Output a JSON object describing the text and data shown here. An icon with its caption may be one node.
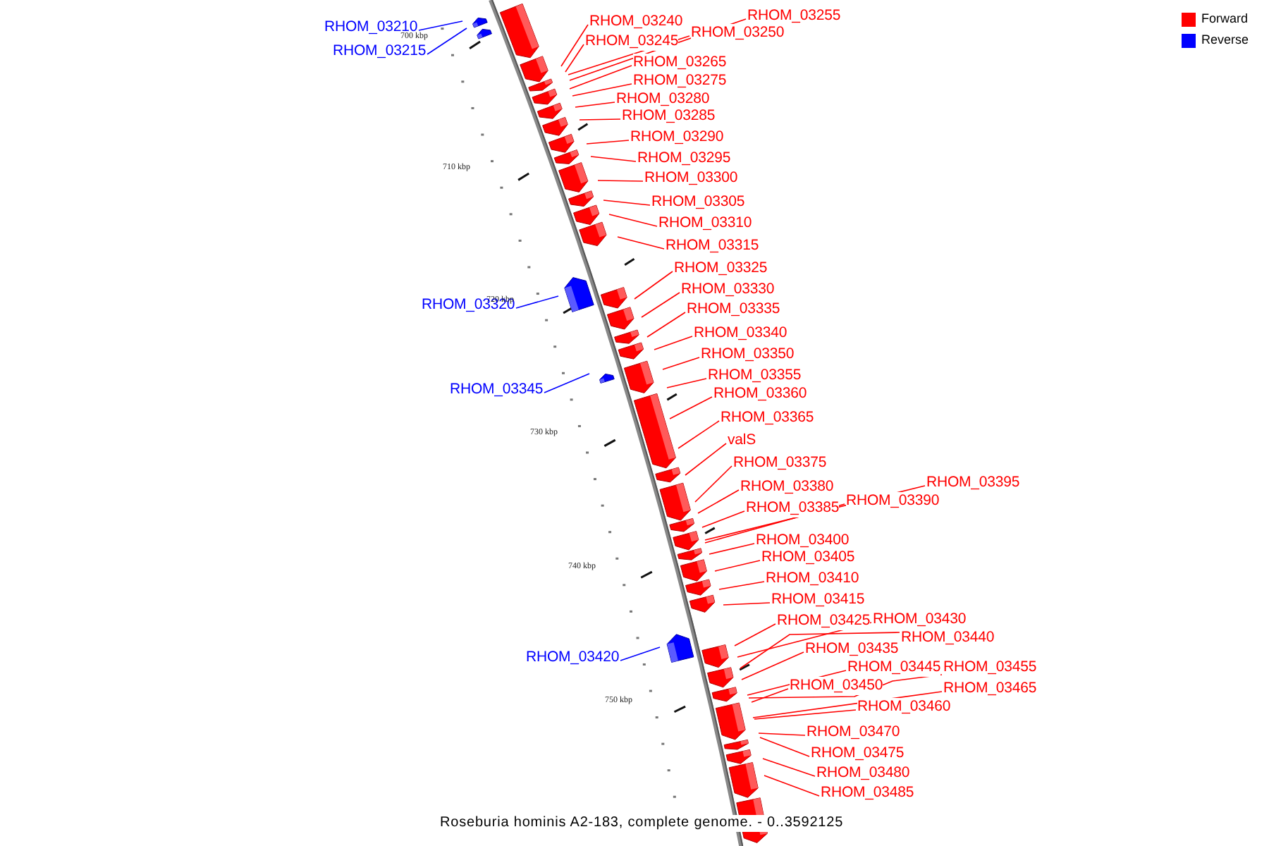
{
  "diagram": {
    "caption": "Roseburia hominis A2-183, complete genome. - 0..3592125",
    "nodes": [
      {
        "text": [
          "RHOM_03255"
        ]
      },
      {
        "text": [
          "RHOM_03240"
        ]
      },
      {
        "text": [
          "RHOM_03210"
        ]
      },
      {
        "text": [
          "RHOM_03250"
        ]
      },
      {
        "text": [
          "RHOM_03245"
        ]
      },
      {
        "text": [
          "RHOM_03215"
        ]
      },
      {
        "text": [
          "RHOM_03265"
        ]
      },
      {
        "text": [
          "RHOM_03275"
        ]
      },
      {
        "text": [
          "RHOM_03280"
        ]
      },
      {
        "text": [
          "RHOM_03285"
        ]
      },
      {
        "text": [
          "RHOM_03290"
        ]
      },
      {
        "text": [
          "RHOM_03295"
        ]
      },
      {
        "text": [
          "RHOM_03300"
        ]
      },
      {
        "text": [
          "RHOM_03305"
        ]
      },
      {
        "text": [
          "RHOM_03310"
        ]
      },
      {
        "text": [
          "RHOM_03315"
        ]
      },
      {
        "text": [
          "RHOM_03325"
        ]
      },
      {
        "text": [
          "RHOM_03330"
        ]
      },
      {
        "text": [
          "RHOM_03320"
        ]
      },
      {
        "text": [
          "RHOM_03335"
        ]
      },
      {
        "text": [
          "RHOM_03340"
        ]
      },
      {
        "text": [
          "RHOM_03350"
        ]
      },
      {
        "text": [
          "RHOM_03355"
        ]
      },
      {
        "text": [
          "RHOM_03345"
        ]
      },
      {
        "text": [
          "RHOM_03360"
        ]
      },
      {
        "text": [
          "RHOM_03365"
        ]
      },
      {
        "text": [
          "valS"
        ]
      },
      {
        "text": [
          "RHOM_03375"
        ]
      },
      {
        "text": [
          "RHOM_03395"
        ]
      },
      {
        "text": [
          "RHOM_03380"
        ]
      },
      {
        "text": [
          "RHOM_03390"
        ]
      },
      {
        "text": [
          "RHOM_03385"
        ]
      },
      {
        "text": [
          "RHOM_03400"
        ]
      },
      {
        "text": [
          "RHOM_03405"
        ]
      },
      {
        "text": [
          "RHOM_03410"
        ]
      },
      {
        "text": [
          "RHOM_03415"
        ]
      },
      {
        "text": [
          "RHOM_03430"
        ]
      },
      {
        "text": [
          "RHOM_03425"
        ]
      },
      {
        "text": [
          "RHOM_03440"
        ]
      },
      {
        "text": [
          "RHOM_03435"
        ]
      },
      {
        "text": [
          "RHOM_03420"
        ]
      },
      {
        "text": [
          "RHOM_03445"
        ]
      },
      {
        "text": [
          "RHOM_03455"
        ]
      },
      {
        "text": [
          "RHOM_03450"
        ]
      },
      {
        "text": [
          "RHOM_03465"
        ]
      },
      {
        "text": [
          "RHOM_03460"
        ]
      },
      {
        "text": [
          "RHOM_03470"
        ]
      },
      {
        "text": [
          "RHOM_03475"
        ]
      },
      {
        "text": [
          "RHOM_03480"
        ]
      },
      {
        "text": [
          "RHOM_03485"
        ]
      }
    ],
    "edges": [
      {
        "from": 0,
        "to": null,
        "arrow": "none"
      },
      {
        "from": 1,
        "to": null,
        "arrow": "none"
      },
      {
        "from": 2,
        "to": null,
        "arrow": "none",
        "color": "#0000ff"
      },
      {
        "from": 3,
        "to": null,
        "arrow": "none"
      },
      {
        "from": 4,
        "to": null,
        "arrow": "none"
      },
      {
        "from": 5,
        "to": null,
        "arrow": "none",
        "color": "#0000ff"
      },
      {
        "from": 6,
        "to": null,
        "arrow": "none"
      },
      {
        "from": 7,
        "to": null,
        "arrow": "none"
      },
      {
        "from": 8,
        "to": null,
        "arrow": "none"
      },
      {
        "from": 9,
        "to": null,
        "arrow": "none"
      },
      {
        "from": 10,
        "to": null,
        "arrow": "none"
      },
      {
        "from": 11,
        "to": null,
        "arrow": "none"
      },
      {
        "from": 12,
        "to": null,
        "arrow": "none"
      },
      {
        "from": 13,
        "to": null,
        "arrow": "none"
      },
      {
        "from": 14,
        "to": null,
        "arrow": "none"
      },
      {
        "from": 15,
        "to": null,
        "arrow": "none"
      },
      {
        "from": 16,
        "to": null,
        "arrow": "none"
      },
      {
        "from": 17,
        "to": null,
        "arrow": "none"
      },
      {
        "from": 18,
        "to": null,
        "arrow": "none",
        "color": "#0000ff"
      },
      {
        "from": 19,
        "to": null,
        "arrow": "none"
      },
      {
        "from": 20,
        "to": null,
        "arrow": "none"
      },
      {
        "from": 21,
        "to": null,
        "arrow": "none"
      },
      {
        "from": 22,
        "to": null,
        "arrow": "none"
      },
      {
        "from": 23,
        "to": null,
        "arrow": "none",
        "color": "#0000ff"
      },
      {
        "from": 24,
        "to": null,
        "arrow": "none"
      },
      {
        "from": 25,
        "to": null,
        "arrow": "none"
      },
      {
        "from": 26,
        "to": null,
        "arrow": "none"
      },
      {
        "from": 27,
        "to": null,
        "arrow": "none"
      },
      {
        "from": 28,
        "to": null,
        "arrow": "none"
      },
      {
        "from": 29,
        "to": null,
        "arrow": "none"
      },
      {
        "from": 30,
        "to": null,
        "arrow": "none"
      },
      {
        "from": 31,
        "to": null,
        "arrow": "none"
      },
      {
        "from": 32,
        "to": null,
        "arrow": "none"
      },
      {
        "from": 33,
        "to": null,
        "arrow": "none"
      },
      {
        "from": 34,
        "to": null,
        "arrow": "none"
      },
      {
        "from": 35,
        "to": null,
        "arrow": "none"
      },
      {
        "from": 36,
        "to": null,
        "arrow": "none"
      },
      {
        "from": 37,
        "to": null,
        "arrow": "none"
      },
      {
        "from": 38,
        "to": null,
        "arrow": "none"
      },
      {
        "from": 39,
        "to": null,
        "arrow": "none"
      },
      {
        "from": 40,
        "to": null,
        "arrow": "none",
        "color": "#0000ff"
      },
      {
        "from": 41,
        "to": null,
        "arrow": "none"
      },
      {
        "from": 42,
        "to": null,
        "arrow": "none"
      },
      {
        "from": 43,
        "to": null,
        "arrow": "none"
      },
      {
        "from": 44,
        "to": null,
        "arrow": "none"
      },
      {
        "from": 45,
        "to": null,
        "arrow": "none"
      },
      {
        "from": 46,
        "to": null,
        "arrow": "none"
      },
      {
        "from": 47,
        "to": null,
        "arrow": "none"
      },
      {
        "from": 48,
        "to": null,
        "arrow": "none"
      },
      {
        "from": 49,
        "to": null,
        "arrow": "none"
      }
    ],
    "labels": [
      "700 kbp",
      "710 kbp",
      "720 kbp",
      "730 kbp",
      "740 kbp",
      "750 kbp"
    ],
    "legend": [
      {
        "text": "Forward",
        "color": "#ff0000"
      },
      {
        "text": "Reverse",
        "color": "#0000ff"
      }
    ]
  }
}
